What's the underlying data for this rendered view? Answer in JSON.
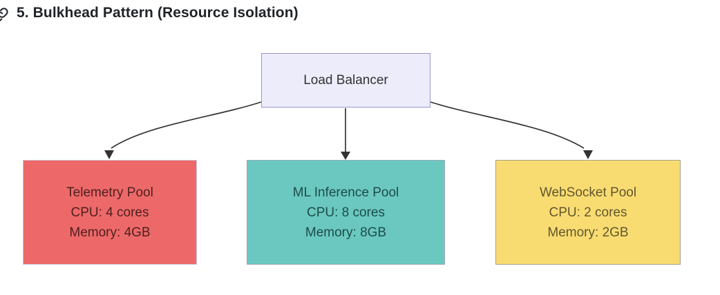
{
  "header": {
    "title": "5. Bulkhead Pattern (Resource Isolation)",
    "title_color": "#1f2328",
    "anchor_icon": "link-icon"
  },
  "diagram": {
    "type": "flowchart-top-down",
    "edge_color": "#333333",
    "nodes": {
      "load_balancer": {
        "label": "Load Balancer",
        "fill": "#ececfb",
        "stroke": "#9a94cc",
        "text_color": "#333333"
      },
      "telemetry": {
        "title": "Telemetry Pool",
        "cpu": "CPU: 4 cores",
        "memory": "Memory: 4GB",
        "fill": "#ed6969",
        "stroke": "#cdc2e0",
        "text_color": "#4f1f1f"
      },
      "ml_inference": {
        "title": "ML Inference Pool",
        "cpu": "CPU: 8 cores",
        "memory": "Memory: 8GB",
        "fill": "#6ac8c0",
        "stroke": "#98a8b9",
        "text_color": "#1e4d48"
      },
      "websocket": {
        "title": "WebSocket Pool",
        "cpu": "CPU: 2 cores",
        "memory": "Memory: 2GB",
        "fill": "#f8dc72",
        "stroke": "#a89f84",
        "text_color": "#63562c"
      }
    },
    "edges": [
      {
        "from": "Load Balancer",
        "to": "Telemetry Pool"
      },
      {
        "from": "Load Balancer",
        "to": "ML Inference Pool"
      },
      {
        "from": "Load Balancer",
        "to": "WebSocket Pool"
      }
    ]
  }
}
